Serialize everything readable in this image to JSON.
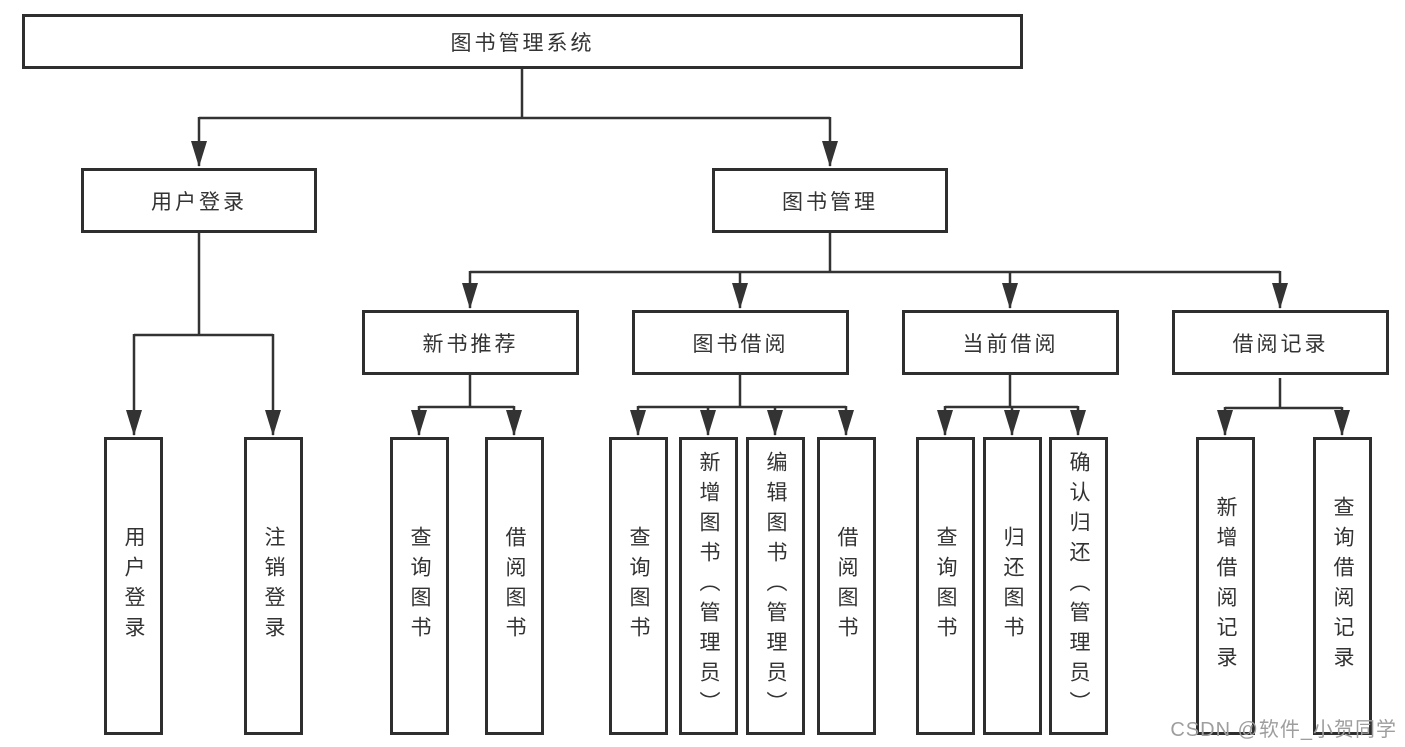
{
  "tree": {
    "root": {
      "label": "图书管理系统"
    },
    "branches": [
      {
        "label": "用户登录",
        "children": [
          {
            "label": "用户登录"
          },
          {
            "label": "注销登录"
          }
        ]
      },
      {
        "label": "图书管理",
        "children": [
          {
            "label": "新书推荐",
            "children": [
              {
                "label": "查询图书"
              },
              {
                "label": "借阅图书"
              }
            ]
          },
          {
            "label": "图书借阅",
            "children": [
              {
                "label": "查询图书"
              },
              {
                "label": "新增图书（管理员）"
              },
              {
                "label": "编辑图书（管理员）"
              },
              {
                "label": "借阅图书"
              }
            ]
          },
          {
            "label": "当前借阅",
            "children": [
              {
                "label": "查询图书"
              },
              {
                "label": "归还图书"
              },
              {
                "label": "确认归还（管理员）"
              }
            ]
          },
          {
            "label": "借阅记录",
            "children": [
              {
                "label": "新增借阅记录"
              },
              {
                "label": "查询借阅记录"
              }
            ]
          }
        ]
      }
    ]
  },
  "watermark": "CSDN @软件_小贺同学",
  "colors": {
    "line": "#333333",
    "text": "#333333",
    "node_border": "#2e2e2e",
    "node_background": "#ffffff",
    "page_background": "#ffffff",
    "watermark": "#9e9e9e"
  }
}
